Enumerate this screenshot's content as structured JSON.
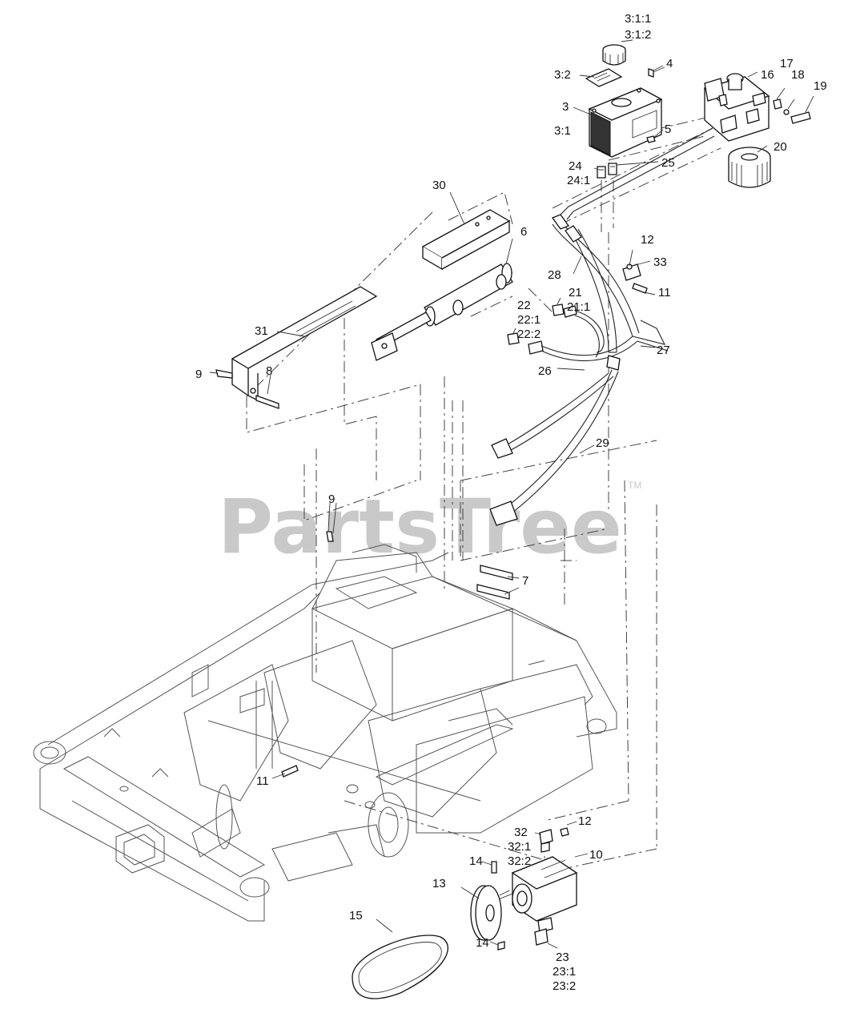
{
  "watermark": {
    "text": "PartsTree",
    "trademark": "TM"
  },
  "callouts": [
    {
      "id": "c-3-1-1",
      "text": "3:1:1"
    },
    {
      "id": "c-3-1-2",
      "text": "3:1:2"
    },
    {
      "id": "c-4",
      "text": "4"
    },
    {
      "id": "c-3-2",
      "text": "3:2"
    },
    {
      "id": "c-16",
      "text": "16"
    },
    {
      "id": "c-17",
      "text": "17"
    },
    {
      "id": "c-18",
      "text": "18"
    },
    {
      "id": "c-19",
      "text": "19"
    },
    {
      "id": "c-3",
      "text": "3"
    },
    {
      "id": "c-3-1",
      "text": "3:1"
    },
    {
      "id": "c-5",
      "text": "5"
    },
    {
      "id": "c-20",
      "text": "20"
    },
    {
      "id": "c-24",
      "text": "24"
    },
    {
      "id": "c-24-1",
      "text": "24:1"
    },
    {
      "id": "c-25",
      "text": "25"
    },
    {
      "id": "c-30",
      "text": "30"
    },
    {
      "id": "c-6",
      "text": "6"
    },
    {
      "id": "c-12a",
      "text": "12"
    },
    {
      "id": "c-33",
      "text": "33"
    },
    {
      "id": "c-28",
      "text": "28"
    },
    {
      "id": "c-21",
      "text": "21"
    },
    {
      "id": "c-21-1",
      "text": "21:1"
    },
    {
      "id": "c-11a",
      "text": "11"
    },
    {
      "id": "c-22",
      "text": "22"
    },
    {
      "id": "c-22-1",
      "text": "22:1"
    },
    {
      "id": "c-22-2",
      "text": "22:2"
    },
    {
      "id": "c-31",
      "text": "31"
    },
    {
      "id": "c-27",
      "text": "27"
    },
    {
      "id": "c-9a",
      "text": "9"
    },
    {
      "id": "c-8",
      "text": "8"
    },
    {
      "id": "c-26",
      "text": "26"
    },
    {
      "id": "c-29",
      "text": "29"
    },
    {
      "id": "c-9b",
      "text": "9"
    },
    {
      "id": "c-7",
      "text": "7"
    },
    {
      "id": "c-11b",
      "text": "11"
    },
    {
      "id": "c-32",
      "text": "32"
    },
    {
      "id": "c-32-1",
      "text": "32:1"
    },
    {
      "id": "c-32-2",
      "text": "32:2"
    },
    {
      "id": "c-12b",
      "text": "12"
    },
    {
      "id": "c-10",
      "text": "10"
    },
    {
      "id": "c-14a",
      "text": "14"
    },
    {
      "id": "c-13",
      "text": "13"
    },
    {
      "id": "c-15",
      "text": "15"
    },
    {
      "id": "c-14b",
      "text": "14"
    },
    {
      "id": "c-23",
      "text": "23"
    },
    {
      "id": "c-23-1",
      "text": "23:1"
    },
    {
      "id": "c-23-2",
      "text": "23:2"
    }
  ]
}
